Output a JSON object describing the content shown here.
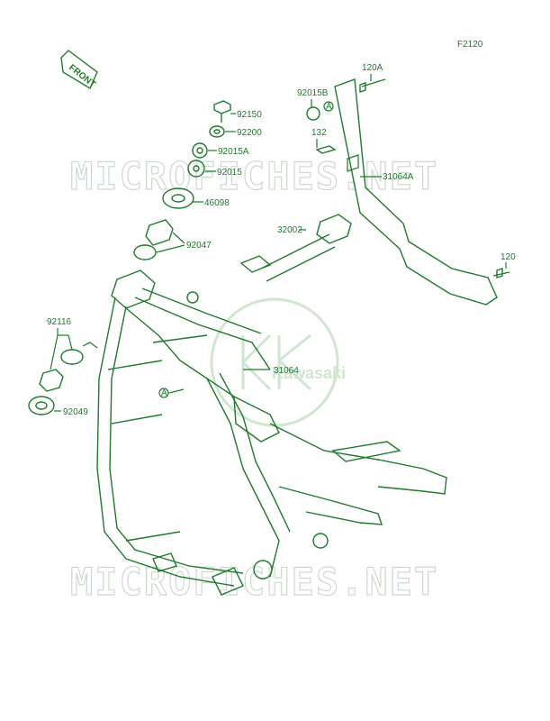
{
  "diagram": {
    "code": "F2120",
    "front_label": "FRONT",
    "watermark": "MICROFICHES.NET",
    "logo_text": "Kawasaki",
    "ref_marker": "A",
    "colors": {
      "line": "#1f7a2c",
      "watermark": "#cfd8cf",
      "logo": "#cfe6cf"
    },
    "parts": [
      "92150",
      "92200",
      "92015A",
      "92015",
      "46098",
      "92047",
      "92116",
      "92049",
      "32002",
      "31064",
      "120A",
      "92015B",
      "132",
      "31064A",
      "120"
    ]
  }
}
